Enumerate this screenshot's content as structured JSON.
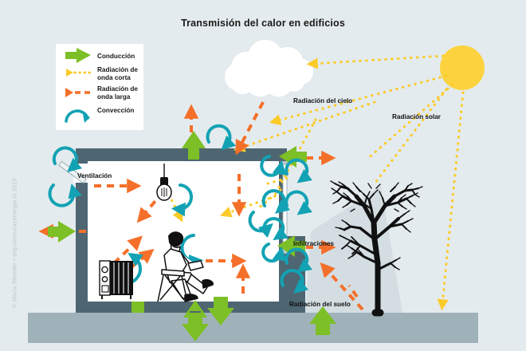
{
  "figure": {
    "title": "Transmisión del calor en edificios",
    "credit": "© María Blender • arquitecturayenergia.cl 2015",
    "background_color": "#e4ebee"
  },
  "legend": {
    "items": [
      {
        "label": "Conducción",
        "icon": "solid-green-arrow-icon",
        "color": "#7dbf26",
        "style": "solid-arrow"
      },
      {
        "label": "Radiación de onda corta",
        "icon": "yellow-dotted-arrow-icon",
        "color": "#fbcb2a",
        "style": "dotted-arrow"
      },
      {
        "label": "Radiación de onda larga",
        "icon": "orange-dashed-arrow-icon",
        "color": "#f4702a",
        "style": "dashed-arrow"
      },
      {
        "label": "Convección",
        "icon": "teal-curved-arrow-icon",
        "color": "#12a2b4",
        "style": "curved-arrow"
      }
    ]
  },
  "labels": {
    "ventilacion": "Ventilación",
    "radiacion_cielo": "Radiación del cielo",
    "radiacion_solar": "Radiación solar",
    "infiltraciones": "Infiltraciones",
    "radiacion_suelo": "Radiación del suelo"
  },
  "elements": {
    "sun": "sun-icon",
    "cloud": "cloud-icon",
    "tree": "tree-icon",
    "person": "seated-person-icon",
    "radiator": "oil-radiator-icon",
    "lamp": "hanging-lightbulb-icon",
    "window": "window-glass-pane",
    "vent": "tilted-vent-window"
  },
  "colors": {
    "background": "#e4ebee",
    "ground": "#9fb2b9",
    "wall": "#4e6572",
    "room_interior": "#ffffff",
    "green": "#7dbf26",
    "yellow": "#fbcb2a",
    "orange": "#f4702a",
    "teal": "#12a2b4",
    "shade": "#d3dde0",
    "sun": "#fcd33f"
  },
  "chart_data": {
    "type": "diagram",
    "title": "Transmisión del calor en edificios",
    "flows": [
      {
        "label": "Conducción",
        "mechanism": "conduction",
        "color": "#7dbf26"
      },
      {
        "label": "Radiación de onda corta",
        "mechanism": "shortwave-radiation",
        "color": "#fbcb2a"
      },
      {
        "label": "Radiación de onda larga",
        "mechanism": "longwave-radiation",
        "color": "#f4702a"
      },
      {
        "label": "Convección",
        "mechanism": "convection",
        "color": "#12a2b4"
      }
    ]
  }
}
